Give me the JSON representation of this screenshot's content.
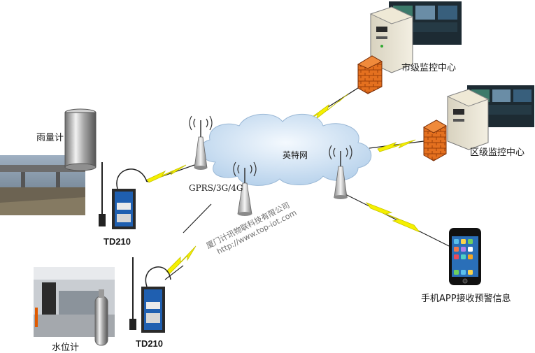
{
  "labels": {
    "city_center": "市级监控中心",
    "district_center": "区级监控中心",
    "network": "英特网",
    "gprs": "GPRS/3G/4G",
    "rain_gauge": "雨量计",
    "water_level": "水位计",
    "device_top": "TD210",
    "device_bottom": "TD210",
    "mobile_alarm": "手机APP接收预警信息"
  },
  "watermark": {
    "company": "厦门计讯物联科技有限公司",
    "url": "http://www.top-iot.com"
  },
  "colors": {
    "lightning": "#f5f000",
    "lightning_stroke": "#c8c400",
    "cloud": "#cfe3f5",
    "firewall": "#e06a1a",
    "device_blue": "#1f5fb0"
  }
}
